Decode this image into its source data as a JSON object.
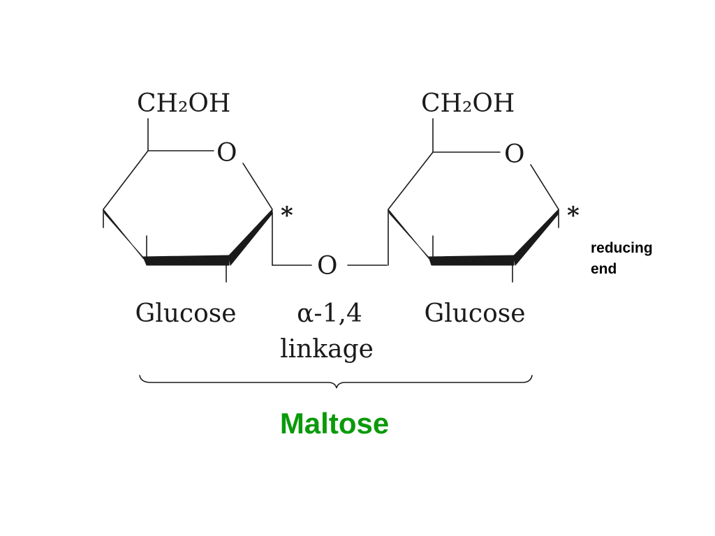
{
  "left_ring": {
    "substituent": "CH₂OH",
    "ring_oxygen": "O",
    "anomeric_mark": "*",
    "name": "Glucose"
  },
  "linkage": {
    "oxygen": "O",
    "line1": "α-1,4",
    "line2": "linkage"
  },
  "right_ring": {
    "substituent": "CH₂OH",
    "ring_oxygen": "O",
    "anomeric_mark": "*",
    "name": "Glucose"
  },
  "reducing_end": {
    "line1": "reducing",
    "line2": "end"
  },
  "title": "Maltose",
  "colors": {
    "title": "#0a9a0a",
    "ink": "#1a1a1a"
  }
}
